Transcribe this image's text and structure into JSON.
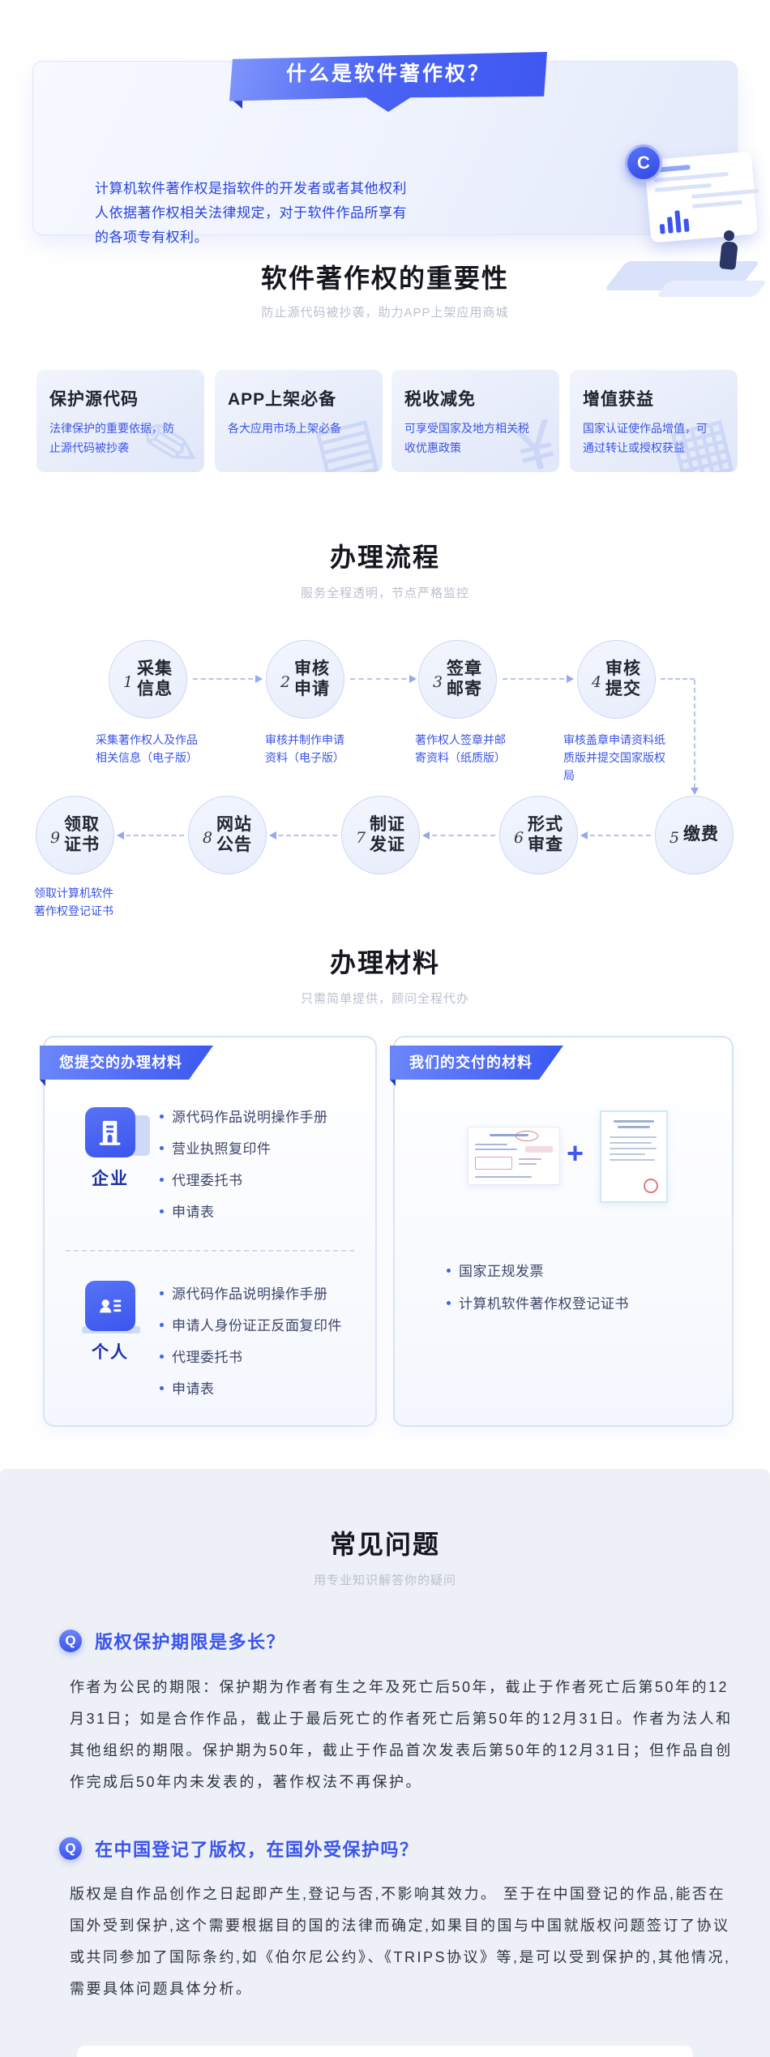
{
  "theme": {
    "accent": "#3f58ef",
    "text_blue": "#2742e0",
    "title_dark": "#14161d",
    "subtitle_gray": "#b9c0cc",
    "faq_bg": "#edf0f6"
  },
  "banner": {
    "ribbon_title": "什么是软件著作权？",
    "description": "计算机软件著作权是指软件的开发者或者其他权利人依据著作权相关法律规定，对于软件作品所享有的各项专有权利。",
    "badge_letter": "C"
  },
  "importance": {
    "title": "软件著作权的重要性",
    "subtitle": "防止源代码被抄袭，助力APP上架应用商城",
    "cards": [
      {
        "title": "保护源代码",
        "desc": "法律保护的重要依据，防止源代码被抄袭",
        "watermark": "✎"
      },
      {
        "title": "APP上架必备",
        "desc": "各大应用市场上架必备",
        "watermark": "▤"
      },
      {
        "title": "税收减免",
        "desc": "可享受国家及地方相关税收优惠政策",
        "watermark": "¥"
      },
      {
        "title": "增值获益",
        "desc": "国家认证使作品增值，可通过转让或授权获益",
        "watermark": "▦"
      }
    ]
  },
  "process": {
    "title": "办理流程",
    "subtitle": "服务全程透明，节点严格监控",
    "steps": [
      {
        "num": "1",
        "l1": "采集",
        "l2": "信息",
        "desc": "采集著作权人及作品相关信息（电子版）"
      },
      {
        "num": "2",
        "l1": "审核",
        "l2": "申请",
        "desc": "审核并制作申请资料（电子版）"
      },
      {
        "num": "3",
        "l1": "签章",
        "l2": "邮寄",
        "desc": "著作权人签章并邮寄资料（纸质版）"
      },
      {
        "num": "4",
        "l1": "审核",
        "l2": "提交",
        "desc": "审核盖章申请资料纸质版并提交国家版权局"
      },
      {
        "num": "5",
        "l1": "缴费",
        "l2": ""
      },
      {
        "num": "6",
        "l1": "形式",
        "l2": "审查"
      },
      {
        "num": "7",
        "l1": "制证",
        "l2": "发证"
      },
      {
        "num": "8",
        "l1": "网站",
        "l2": "公告"
      },
      {
        "num": "9",
        "l1": "领取",
        "l2": "证书",
        "desc": "领取计算机软件著作权登记证书"
      }
    ]
  },
  "materials": {
    "title": "办理材料",
    "subtitle": "只需简单提供，顾问全程代办",
    "submit_panel": {
      "ribbon": "您提交的办理材料",
      "groups": [
        {
          "label": "企业",
          "items": [
            "源代码作品说明操作手册",
            "营业执照复印件",
            "代理委托书",
            "申请表"
          ]
        },
        {
          "label": "个人",
          "items": [
            "源代码作品说明操作手册",
            "申请人身份证正反面复印件",
            "代理委托书",
            "申请表"
          ]
        }
      ]
    },
    "deliver_panel": {
      "ribbon": "我们的交付的材料",
      "plus": "+",
      "items": [
        "国家正规发票",
        "计算机软件著作权登记证书"
      ]
    }
  },
  "faq": {
    "title": "常见问题",
    "subtitle": "用专业知识解答你的疑问",
    "q_icon": "Q",
    "items": [
      {
        "q": "版权保护期限是多长？",
        "a": "作者为公民的期限：保护期为作者有生之年及死亡后50年，截止于作者死亡后第50年的12月31日；如是合作作品，截止于最后死亡的作者死亡后第50年的12月31日。作者为法人和其他组织的期限。保护期为50年，截止于作品首次发表后第50年的12月31日；但作品自创作完成后50年内未发表的，著作权法不再保护。"
      },
      {
        "q": "在中国登记了版权，在国外受保护吗？",
        "a": "版权是自作品创作之日起即产生,登记与否,不影响其效力。 至于在中国登记的作品,能否在国外受到保护,这个需要根据目的国的法律而确定,如果目的国与中国就版权问题签订了协议或共同参加了国际条约,如《伯尔尼公约》、《TRIPS协议》等,是可以受到保护的,其他情况,需要具体问题具体分析。"
      }
    ]
  }
}
